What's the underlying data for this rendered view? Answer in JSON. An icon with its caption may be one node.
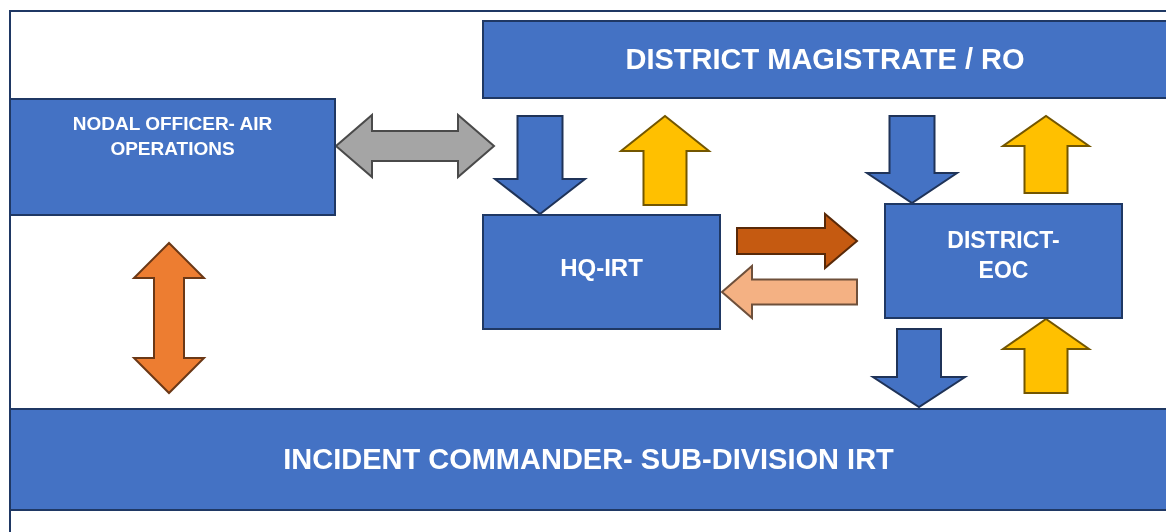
{
  "diagram": {
    "nodes": [
      {
        "text": [
          "DISTRICT MAGISTRATE / RO"
        ]
      },
      {
        "text": [
          "NODAL OFFICER- AIR OPERATIONS"
        ]
      },
      {
        "text": [
          "HQ-IRT"
        ]
      },
      {
        "text": [
          "DISTRICT- EOC"
        ]
      },
      {
        "text": [
          "INCIDENT COMMANDER- SUB-DIVISION IRT"
        ]
      }
    ],
    "edges": [
      {
        "from": 1,
        "to": 2,
        "arrow": "both",
        "color": "#a5a5a5"
      },
      {
        "from": 0,
        "to": 2,
        "arrow": "to",
        "color": "#4472c4"
      },
      {
        "from": 2,
        "to": 0,
        "arrow": "to",
        "color": "#ffc000"
      },
      {
        "from": 2,
        "to": 3,
        "arrow": "to",
        "color": "#c55a11"
      },
      {
        "from": 3,
        "to": 2,
        "arrow": "to",
        "color": "#f4b183"
      },
      {
        "from": 0,
        "to": 3,
        "arrow": "to",
        "color": "#4472c4"
      },
      {
        "from": 3,
        "to": 0,
        "arrow": "to",
        "color": "#ffc000"
      },
      {
        "from": 3,
        "to": 4,
        "arrow": "to",
        "color": "#4472c4"
      },
      {
        "from": 4,
        "to": 3,
        "arrow": "to",
        "color": "#ffc000"
      },
      {
        "from": 1,
        "to": 4,
        "arrow": "both",
        "color": "#ed7d31"
      }
    ]
  }
}
